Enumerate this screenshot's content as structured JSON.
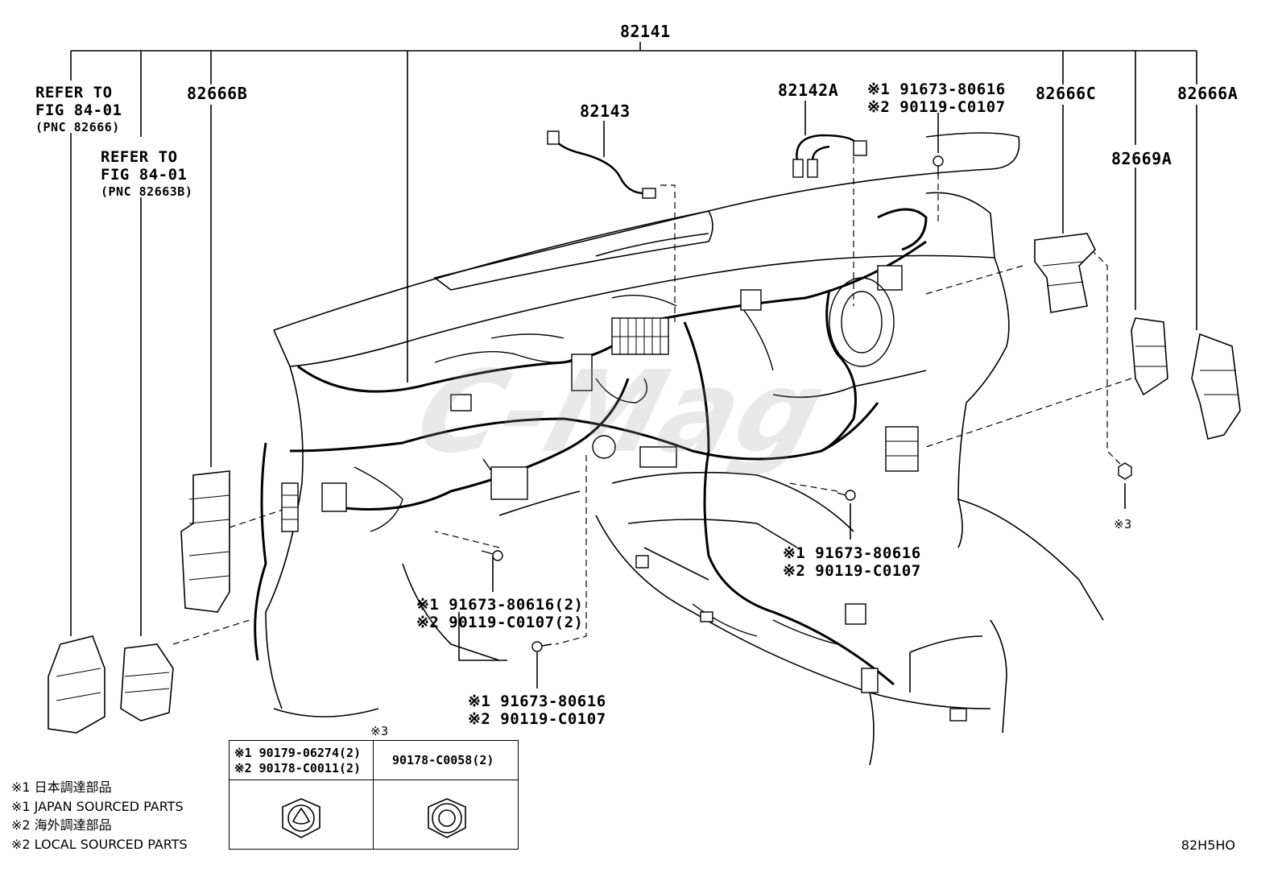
{
  "labels": {
    "top": "82141",
    "refer1": [
      "REFER TO",
      "FIG 84-01",
      "(PNC 82666)"
    ],
    "refer2": [
      "REFER TO",
      "FIG 84-01",
      "(PNC 82663B)"
    ],
    "p82666B": "82666B",
    "p82143": "82143",
    "p82142A": "82142A",
    "p82666C": "82666C",
    "p82666A": "82666A",
    "p82669A": "82669A",
    "bolt_top": [
      "※1 91673-80616",
      "※2 90119-C0107"
    ],
    "bolt_mid_right": [
      "※1 91673-80616",
      "※2 90119-C0107"
    ],
    "bolt_mid_left": [
      "※1 91673-80616(2)",
      "※2 90119-C0107(2)"
    ],
    "bolt_bottom": [
      "※1 91673-80616",
      "※2 90119-C0107"
    ],
    "mark3_right": "※3",
    "mark3_table": "※3"
  },
  "table": {
    "left": [
      "※1 90179-06274(2)",
      "※2 90178-C0011(2)"
    ],
    "right": "90178-C0058(2)"
  },
  "notes": [
    "※1 日本調達部品",
    "※1 JAPAN SOURCED PARTS",
    "※2 海外調達部品",
    "※2 LOCAL SOURCED PARTS"
  ],
  "figure_code": "82H5HO",
  "watermark": "C-Mag"
}
